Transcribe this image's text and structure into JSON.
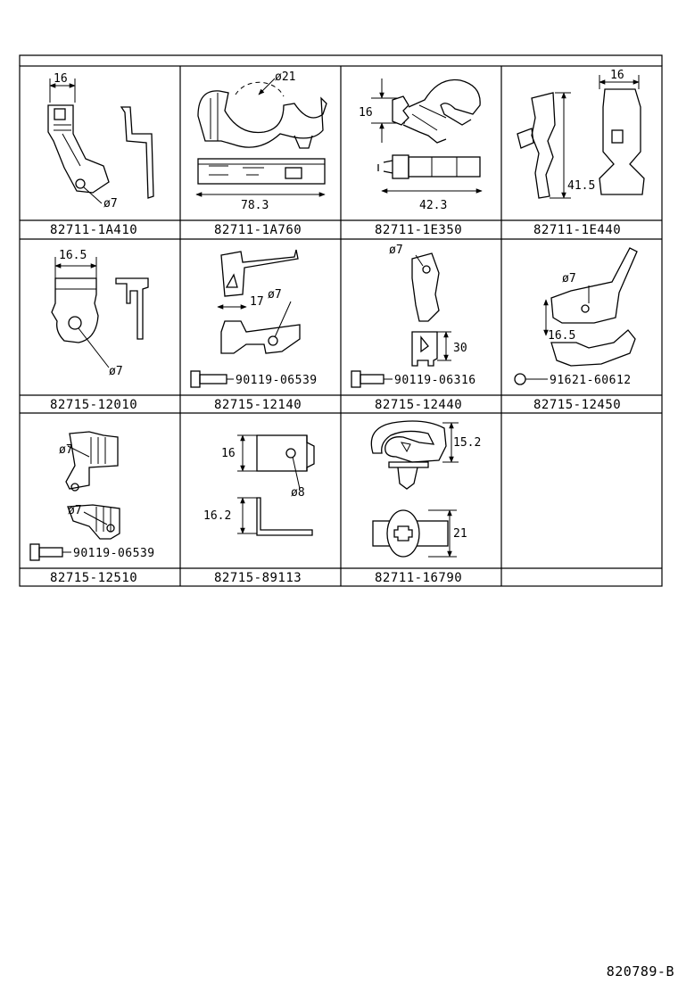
{
  "cells": [
    {
      "part": "82711-1A410",
      "dims": [
        "16",
        "ø7"
      ]
    },
    {
      "part": "82711-1A760",
      "dims": [
        "ø21",
        "78.3"
      ]
    },
    {
      "part": "82711-1E350",
      "dims": [
        "16",
        "42.3"
      ]
    },
    {
      "part": "82711-1E440",
      "dims": [
        "16",
        "41.5"
      ]
    },
    {
      "part": "82715-12010",
      "dims": [
        "16.5",
        "ø7"
      ]
    },
    {
      "part": "82715-12140",
      "dims": [
        "17",
        "ø7"
      ],
      "bolt": "90119-06539"
    },
    {
      "part": "82715-12440",
      "dims": [
        "ø7",
        "30"
      ],
      "bolt": "90119-06316"
    },
    {
      "part": "82715-12450",
      "dims": [
        "ø7",
        "16.5"
      ],
      "bolt": "91621-60612"
    },
    {
      "part": "82715-12510",
      "dims": [
        "ø7",
        "ø7"
      ],
      "bolt": "90119-06539"
    },
    {
      "part": "82715-89113",
      "dims": [
        "16",
        "ø8",
        "16.2"
      ]
    },
    {
      "part": "82711-16790",
      "dims": [
        "15.2",
        "21"
      ]
    },
    {
      "part": "",
      "dims": []
    }
  ],
  "reference": "820789-B"
}
